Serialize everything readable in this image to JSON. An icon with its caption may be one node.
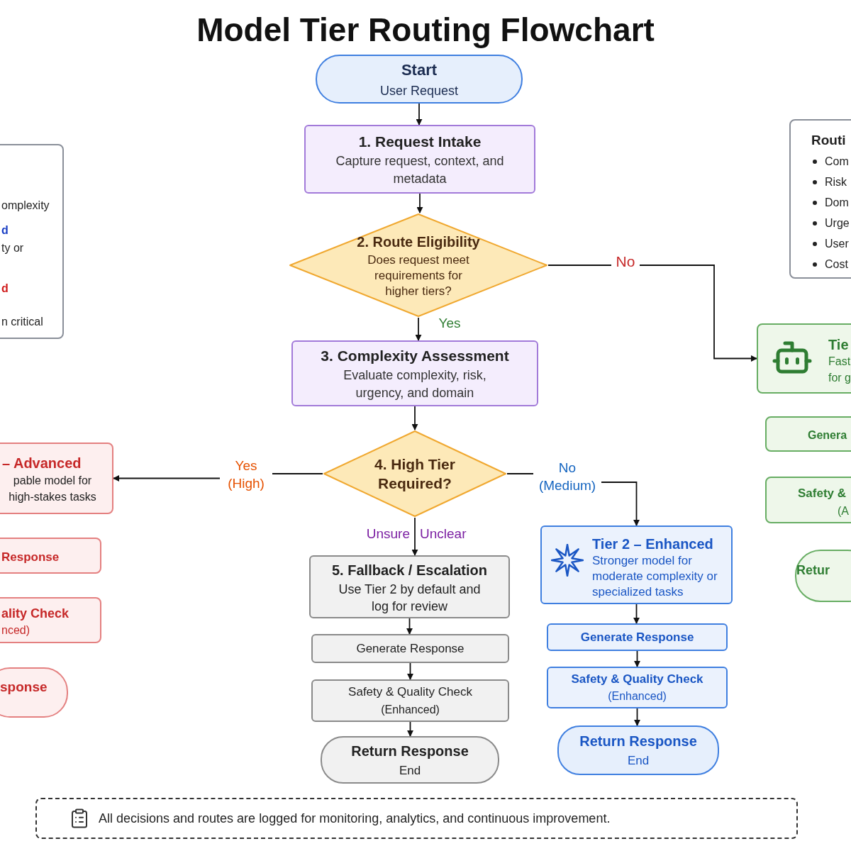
{
  "diagram": {
    "title": "Model Tier Routing Flowchart",
    "nodes": [
      {
        "text": [
          "Start",
          "User Request"
        ]
      },
      {
        "text": [
          "1. Request Intake",
          "Capture request, context, and metadata"
        ]
      },
      {
        "text": [
          "omplexity",
          "d",
          "ty or",
          "d",
          "n critical"
        ]
      },
      {
        "text": [
          "Routi",
          "Com",
          "Risk",
          "Dom",
          "Urge",
          "User",
          "Cost"
        ]
      },
      {
        "text": [
          "2. Route Eligibility",
          "Does request meet requirements for higher tiers?"
        ]
      },
      {
        "text": [
          "3. Complexity Assessment",
          "Evaluate complexity, risk, urgency, and domain"
        ]
      },
      {
        "text": [
          "Tie",
          "Fast for g"
        ]
      },
      {
        "text": [
          "Genera"
        ]
      },
      {
        "text": [
          "Safety &",
          "(A"
        ]
      },
      {
        "text": [
          "Retur"
        ]
      },
      {
        "text": [
          "4. High Tier Required?"
        ]
      },
      {
        "text": [
          "– Advanced",
          "pable model for high-stakes tasks"
        ]
      },
      {
        "text": [
          "Tier 2 – Enhanced",
          "Stronger model for moderate complexity or specialized tasks"
        ]
      },
      {
        "text": [
          "Response"
        ]
      },
      {
        "text": [
          "5. Fallback / Escalation",
          "Use Tier 2 by default and log for review"
        ]
      },
      {
        "text": [
          "ality Check",
          "nced)"
        ]
      },
      {
        "text": [
          "Generate Response"
        ]
      },
      {
        "text": [
          "Generate Response"
        ]
      },
      {
        "text": [
          "Safety & Quality Check",
          "(Enhanced)"
        ]
      },
      {
        "text": [
          "Safety & Quality Check",
          "(Enhanced)"
        ]
      },
      {
        "text": [
          "sponse"
        ]
      },
      {
        "text": [
          "Return Response",
          "End"
        ]
      },
      {
        "text": [
          "Return Response",
          "End"
        ]
      },
      {
        "text": [
          "All decisions and routes are logged for monitoring, analytics, and continuous improvement."
        ]
      }
    ],
    "edges": [
      {
        "from": 0,
        "to": 1,
        "arrow": "to"
      },
      {
        "from": 1,
        "to": 4,
        "arrow": "to"
      },
      {
        "from": 4,
        "to": 5,
        "arrow": "to",
        "label": "Yes"
      },
      {
        "from": 4,
        "to": 6,
        "arrow": "to",
        "label": "No"
      },
      {
        "from": 5,
        "to": 10,
        "arrow": "to"
      },
      {
        "from": 10,
        "to": 11,
        "arrow": "to",
        "label": "Yes (High)"
      },
      {
        "from": 10,
        "to": 12,
        "arrow": "to",
        "label": "No (Medium)"
      },
      {
        "from": 10,
        "to": 14,
        "arrow": "to",
        "label": "Unsure"
      },
      {
        "from": 14,
        "to": 16,
        "arrow": "to"
      },
      {
        "from": 16,
        "to": 19,
        "arrow": "to"
      },
      {
        "from": 19,
        "to": 21,
        "arrow": "to"
      },
      {
        "from": 12,
        "to": 17,
        "arrow": "to"
      },
      {
        "from": 17,
        "to": 18,
        "arrow": "to"
      },
      {
        "from": 18,
        "to": 22,
        "arrow": "to"
      }
    ],
    "labels": [
      "Unclear"
    ]
  }
}
